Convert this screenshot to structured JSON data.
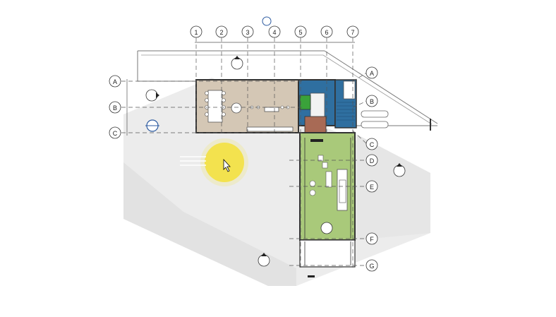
{
  "grids": {
    "vertical": [
      {
        "label": "1"
      },
      {
        "label": "2"
      },
      {
        "label": "3"
      },
      {
        "label": "4"
      },
      {
        "label": "5"
      },
      {
        "label": "6"
      },
      {
        "label": "7"
      }
    ],
    "left": [
      {
        "label": "A"
      },
      {
        "label": "B"
      },
      {
        "label": "C"
      }
    ],
    "right": [
      {
        "label": "A"
      },
      {
        "label": "B"
      },
      {
        "label": "C"
      },
      {
        "label": "D"
      },
      {
        "label": "E"
      },
      {
        "label": "F"
      },
      {
        "label": "G"
      }
    ]
  },
  "colors": {
    "kitchen_floor": "#d3c6b4",
    "bathroom": "#2f6fa0",
    "lawn": "#a9c97a",
    "brown_room": "#a86a55",
    "green_room": "#3aa23a",
    "sun": "#f5e13a",
    "shadow": "#e8e8e8"
  },
  "icons": {
    "cursor": "arrow-pointer-icon",
    "sun": "sun-icon",
    "section_markers": "section-marker-icon"
  }
}
